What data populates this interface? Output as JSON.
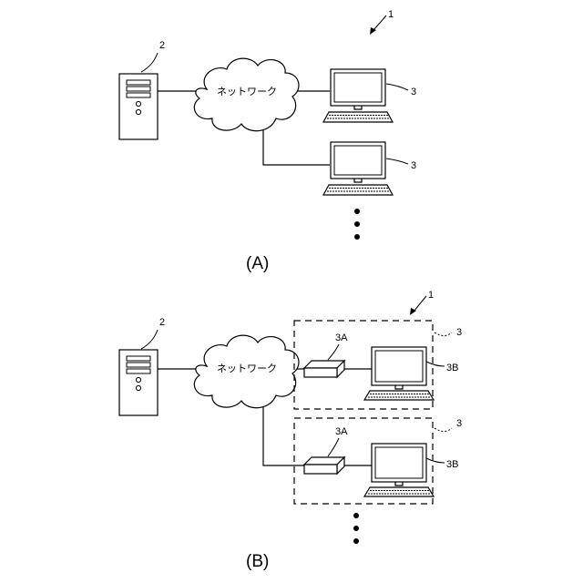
{
  "figure_a": {
    "caption": "(A)",
    "system_ref": "1",
    "server_ref": "2",
    "terminal_ref_1": "3",
    "terminal_ref_2": "3",
    "network_label": "ネットワーク"
  },
  "figure_b": {
    "caption": "(B)",
    "system_ref": "1",
    "server_ref": "2",
    "network_label": "ネットワーク",
    "unit_ref_1": "3",
    "unit_ref_2": "3",
    "adapter_ref_1": "3A",
    "adapter_ref_2": "3A",
    "monitor_ref_1": "3B",
    "monitor_ref_2": "3B"
  }
}
